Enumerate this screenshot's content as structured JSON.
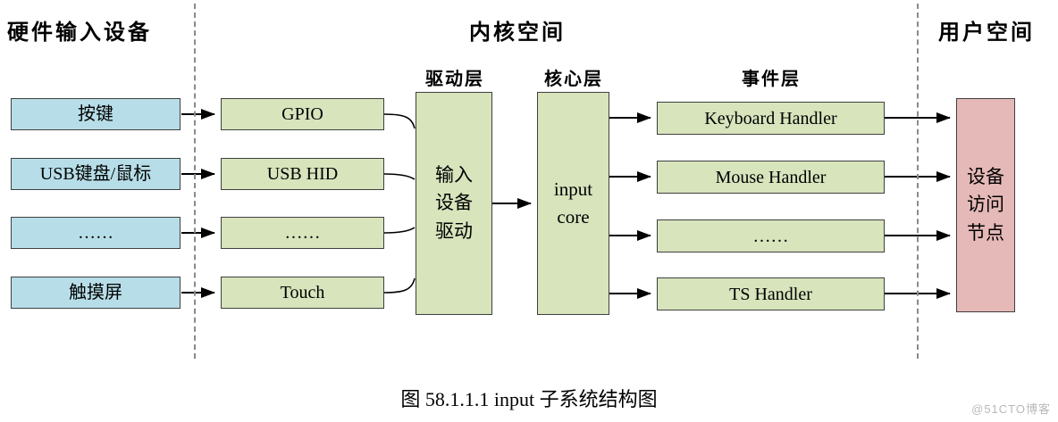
{
  "sections": {
    "hardware": {
      "title": "硬件输入设备"
    },
    "kernel": {
      "title": "内核空间"
    },
    "user": {
      "title": "用户空间"
    }
  },
  "layers": {
    "driver": "驱动层",
    "core": "核心层",
    "event": "事件层"
  },
  "hardware": {
    "items": [
      {
        "label": "按键"
      },
      {
        "label": "USB键盘/鼠标"
      },
      {
        "label": "……"
      },
      {
        "label": "触摸屏"
      }
    ]
  },
  "drivers": {
    "items": [
      {
        "label": "GPIO"
      },
      {
        "label": "USB HID"
      },
      {
        "label": "……"
      },
      {
        "label": "Touch"
      }
    ]
  },
  "driver_block": {
    "label": "输入\n设备\n驱动"
  },
  "core_block": {
    "label": "input\ncore"
  },
  "events": {
    "items": [
      {
        "label": "Keyboard Handler"
      },
      {
        "label": "Mouse Handler"
      },
      {
        "label": "……"
      },
      {
        "label": "TS Handler"
      }
    ]
  },
  "user_block": {
    "label": "设备\n访问\n节点"
  },
  "caption": "图 58.1.1.1 input 子系统结构图",
  "watermark": "@51CTO博客",
  "colors": {
    "hardware_fill": "#b7dee8",
    "kernel_fill": "#d7e4bc",
    "user_fill": "#e5b9b7",
    "border": "#3f3f3f"
  }
}
